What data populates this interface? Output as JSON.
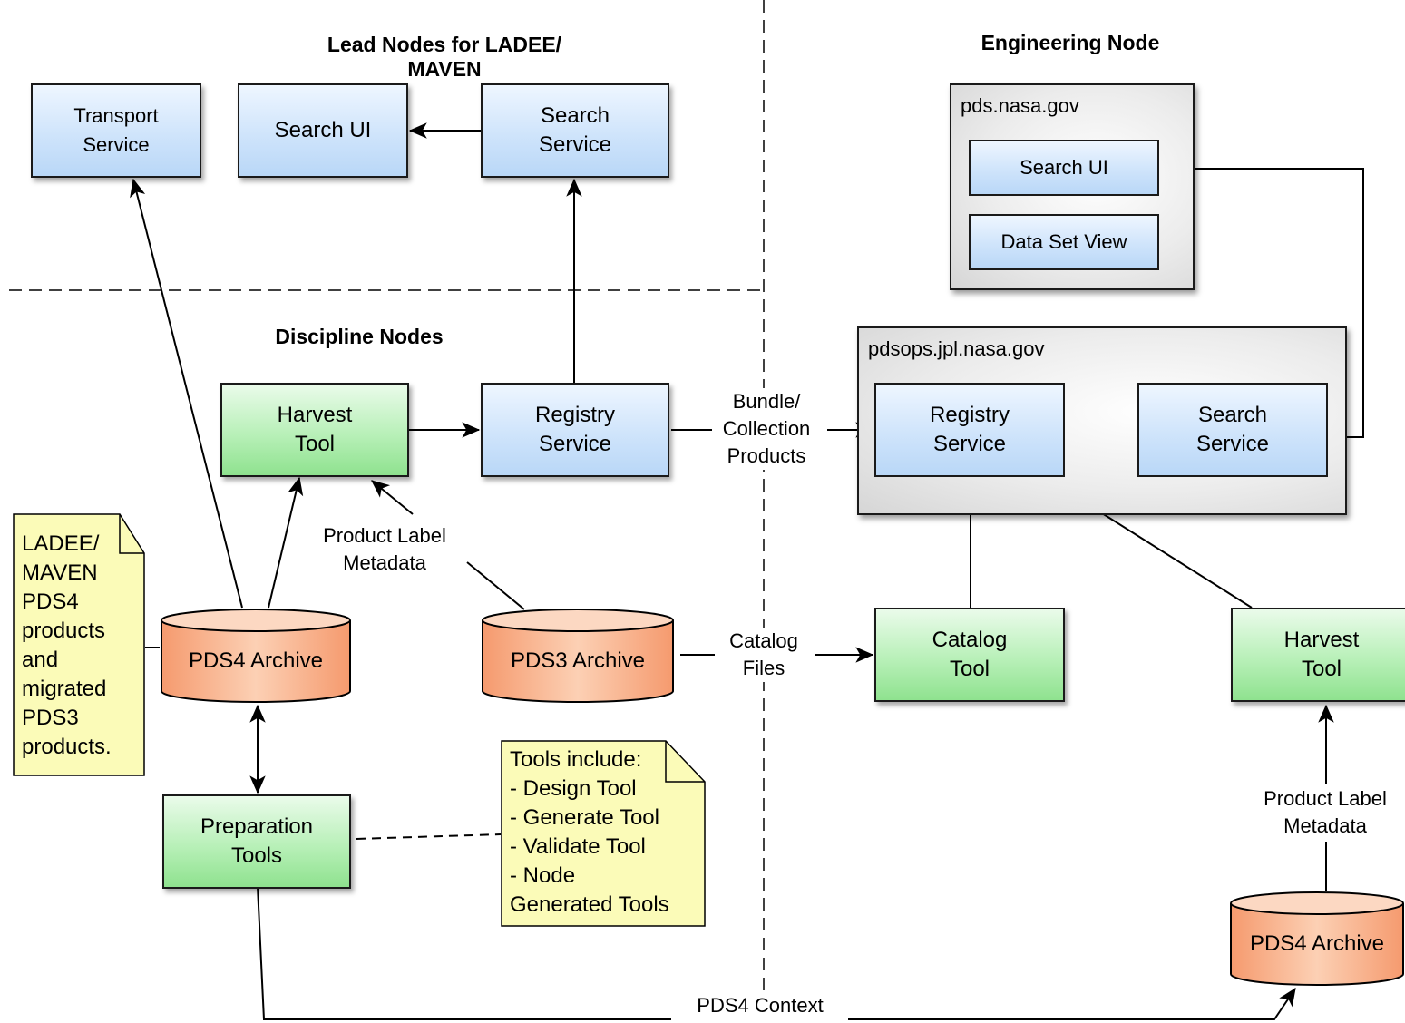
{
  "headings": {
    "lead_nodes": "Lead Nodes for LADEE/\nMAVEN",
    "engineering_node": "Engineering Node",
    "discipline_nodes": "Discipline Nodes"
  },
  "lead": {
    "transport_service": "Transport\nService",
    "search_ui": "Search UI",
    "search_service": "Search\nService"
  },
  "engineering": {
    "pds_container": "pds.nasa.gov",
    "search_ui": "Search UI",
    "data_set_view": "Data Set View",
    "ops_container": "pdsops.jpl.nasa.gov",
    "registry_service": "Registry\nService",
    "search_service": "Search\nService",
    "catalog_tool": "Catalog\nTool",
    "harvest_tool": "Harvest\nTool",
    "pds4_archive": "PDS4 Archive",
    "product_label_metadata": "Product Label\nMetadata"
  },
  "discipline": {
    "harvest_tool": "Harvest\nTool",
    "registry_service": "Registry\nService",
    "pds4_archive": "PDS4 Archive",
    "pds3_archive": "PDS3 Archive",
    "preparation_tools": "Preparation\nTools",
    "product_label_metadata": "Product Label\nMetadata"
  },
  "connectors": {
    "bundle_collection": "Bundle/\nCollection\nProducts",
    "catalog_files": "Catalog\nFiles",
    "pds4_context": "PDS4 Context"
  },
  "notes": {
    "ladee_maven": "LADEE/\nMAVEN\nPDS4\nproducts\nand\nmigrated\nPDS3\nproducts.",
    "tools_include": "Tools include:\n- Design Tool\n- Generate Tool\n- Validate Tool\n- Node\nGenerated Tools"
  },
  "colors": {
    "service_fill": "#cfe4fb",
    "tool_fill": "#b8f0b8",
    "archive_fill": "#f8b894",
    "note_fill": "#fbfbb8"
  }
}
